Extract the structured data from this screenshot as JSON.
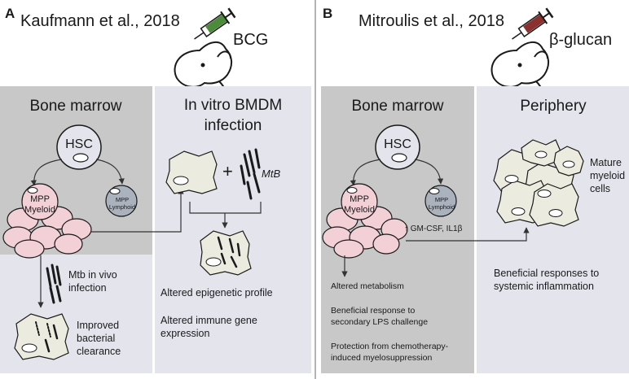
{
  "panel_a": {
    "letter": "A",
    "citation": "Kaufmann et al., 2018",
    "treatment": "BCG",
    "section_left_title": "Bone marrow",
    "section_right_title_line1": "In vitro BMDM",
    "section_right_title_line2": "infection",
    "hsc": "HSC",
    "mpp_myeloid_line1": "MPP",
    "mpp_myeloid_line2": "Myeloid",
    "mpp_lymphoid_line1": "MPP",
    "mpp_lymphoid_line2": "Lymphoid",
    "plus": "+",
    "mtb_label": "MtB",
    "mtb_in_vivo_line1": "Mtb in vivo",
    "mtb_in_vivo_line2": "infection",
    "improved_line1": "Improved",
    "improved_line2": "bacterial",
    "improved_line3": "clearance",
    "altered_epigenetic": "Altered epigenetic profile",
    "altered_immune_line1": "Altered immune gene",
    "altered_immune_line2": "expression"
  },
  "panel_b": {
    "letter": "B",
    "citation": "Mitroulis et al., 2018",
    "treatment": "β-glucan",
    "section_left_title": "Bone marrow",
    "section_right_title": "Periphery",
    "hsc": "HSC",
    "mpp_myeloid_line1": "MPP",
    "mpp_myeloid_line2": "Myeloid",
    "mpp_lymphoid_line1": "MPP",
    "mpp_lymphoid_line2": "Lymphoid",
    "cytokines": "↑ GM-CSF, IL1β",
    "mature_line1": "Mature",
    "mature_line2": "myeloid",
    "mature_line3": "cells",
    "beneficial_systemic_line1": "Beneficial responses to",
    "beneficial_systemic_line2": "systemic inflammation",
    "altered_metabolism": "Altered metabolism",
    "beneficial_lps_line1": "Beneficial response to",
    "beneficial_lps_line2": "secondary LPS challenge",
    "protection_line1": "Protection from chemotherapy-",
    "protection_line2": "induced myelosuppression"
  },
  "colors": {
    "bone_marrow_bg": "#c8c8c8",
    "light_bg": "#e4e5ec",
    "mpp_myeloid_fill": "#f2d0d6",
    "cell_fill": "#ebebdf",
    "syringe_bcg": "#4e8a3c",
    "syringe_glucan": "#8c2f2f"
  }
}
